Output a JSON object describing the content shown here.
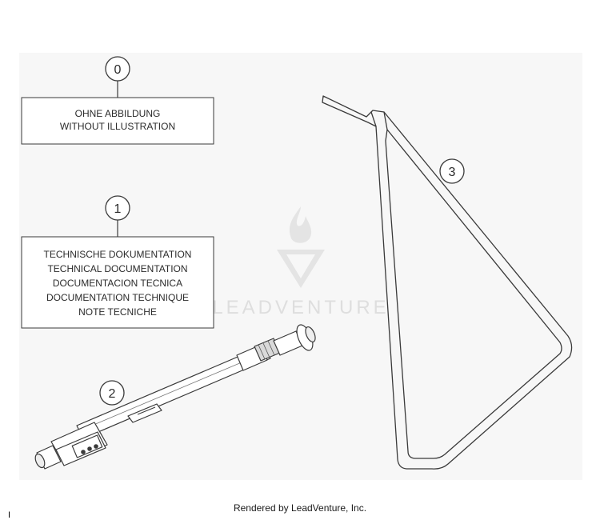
{
  "callouts": {
    "c0": "0",
    "c1": "1",
    "c2": "2",
    "c3": "3"
  },
  "box0": {
    "line1": "OHNE ABBILDUNG",
    "line2": "WITHOUT ILLUSTRATION"
  },
  "box1": {
    "line1": "TECHNISCHE DOKUMENTATION",
    "line2": "TECHNICAL DOCUMENTATION",
    "line3": "DOCUMENTACION TECNICA",
    "line4": "DOCUMENTATION TECHNIQUE",
    "line5": "NOTE TECNICHE"
  },
  "watermark": {
    "text": "LEADVENTURE"
  },
  "footer": {
    "text": "Rendered by LeadVenture, Inc."
  },
  "corner_mark": "I",
  "colors": {
    "panel_bg": "#f7f7f7",
    "line": "#3a3a3a",
    "watermark": "#dddddd"
  }
}
